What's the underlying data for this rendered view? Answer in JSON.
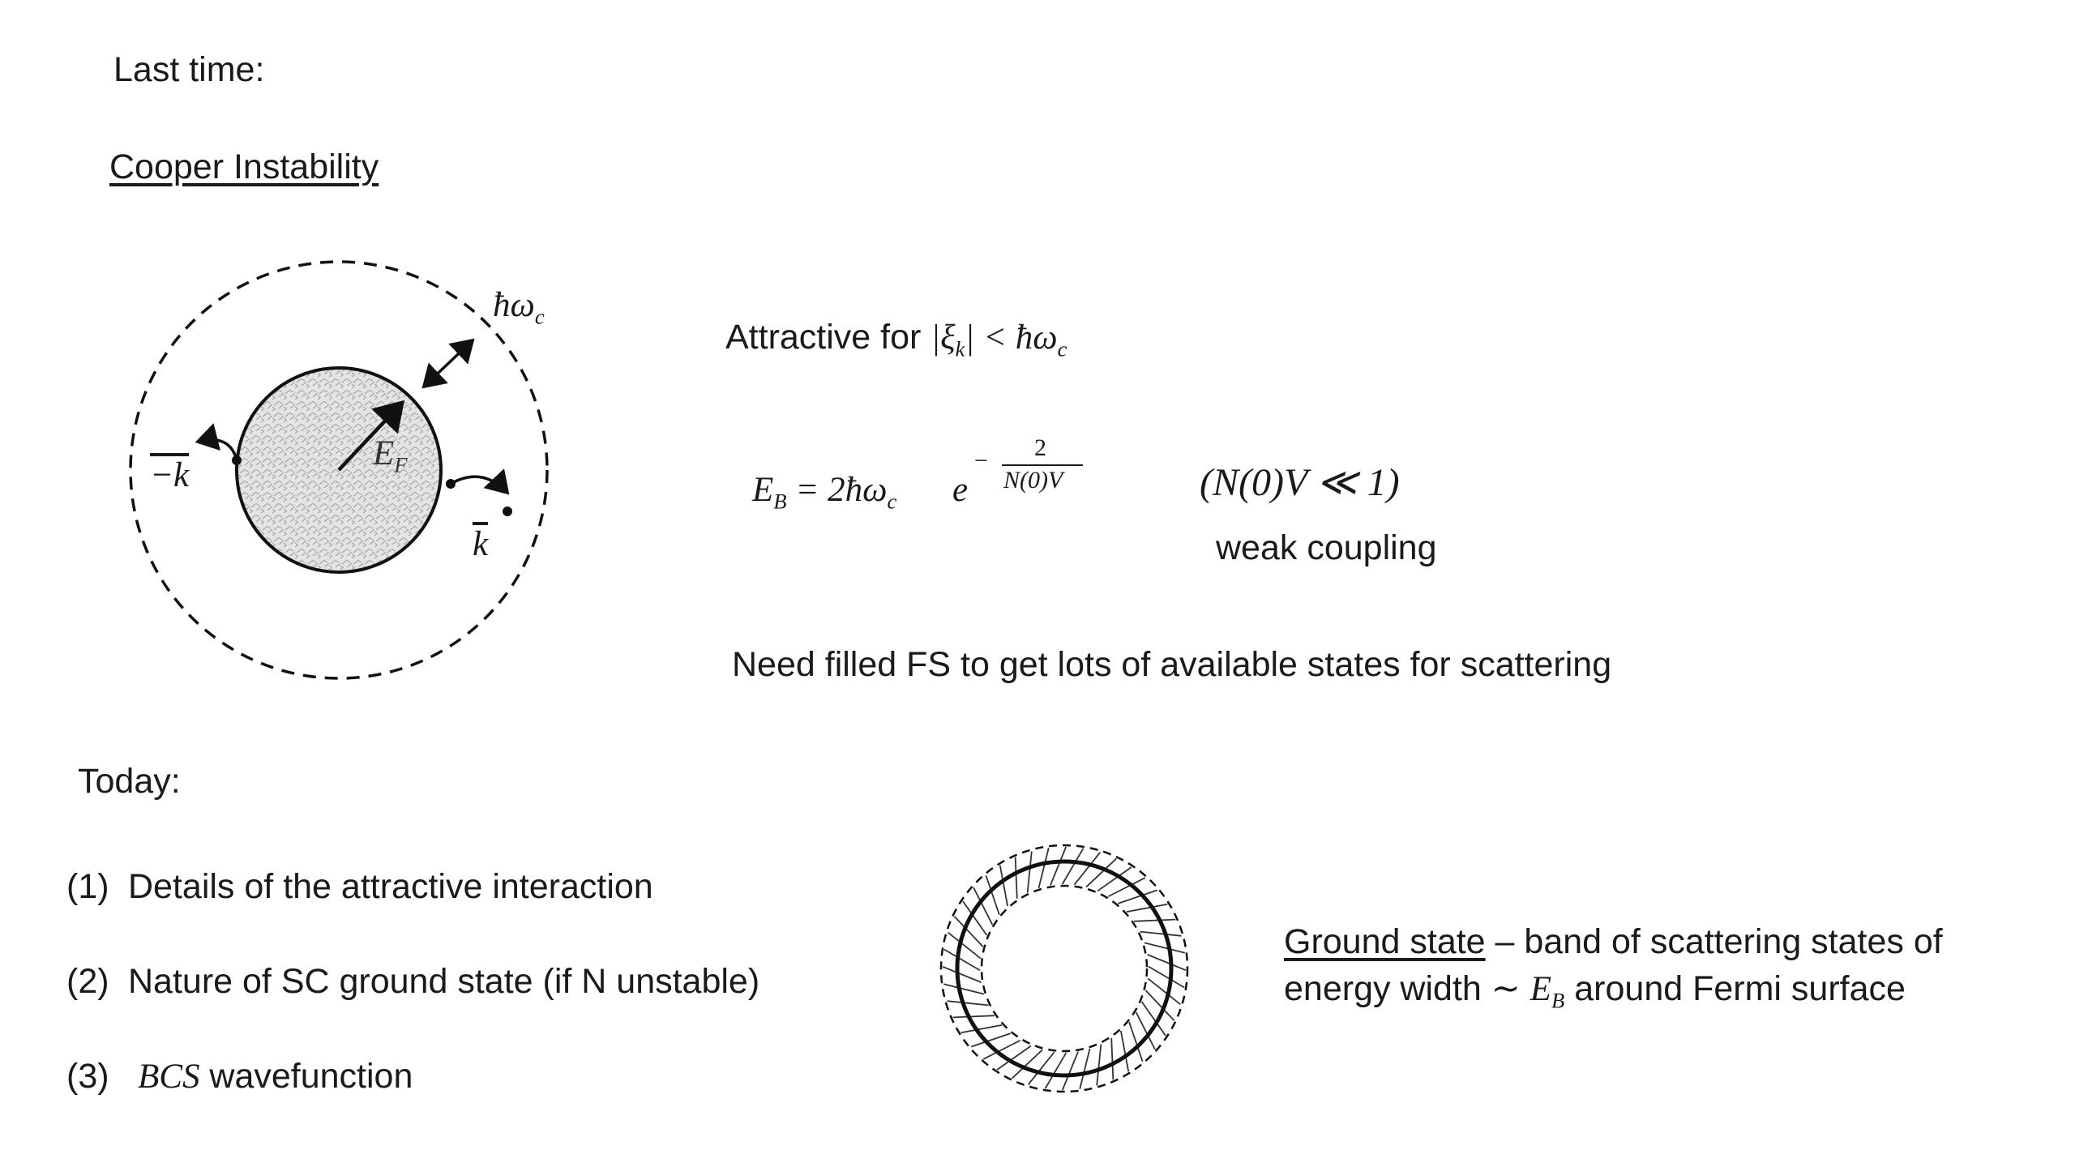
{
  "slide": {
    "last_time_heading": "Last time:",
    "cooper_heading": "Cooper Instability",
    "today_heading": "Today:"
  },
  "fermi_diagram": {
    "label_cutoff": "ħω",
    "label_cutoff_sub": "c",
    "label_energy": "E",
    "label_energy_sub": "F",
    "label_minus_k": "−k",
    "label_k": "k"
  },
  "attractive": {
    "prefix": "Attractive for ",
    "condition_left": "|ξ",
    "condition_sub": "k",
    "condition_right": "| < ħω",
    "condition_right_sub": "c"
  },
  "binding_energy": {
    "lhs": "E",
    "lhs_sub": "B",
    "rhs": " = 2ħω",
    "rhs_sub": "c",
    "exp_base": "e",
    "exp_sign": "−",
    "exp_numerator": "2",
    "exp_denominator": "N(0)V",
    "condition": "(N(0)V ≪ 1)",
    "condition_caption": "weak coupling"
  },
  "need_filled": "Need filled FS to get lots of available states for scattering",
  "today_items": [
    {
      "number": "(1)",
      "text": "Details of the attractive interaction"
    },
    {
      "number": "(2)",
      "text": "Nature of SC ground state (if N unstable)"
    },
    {
      "number": "(3)",
      "math": "BCS",
      "text": " wavefunction"
    }
  ],
  "ground_state": {
    "term": "Ground state",
    "line1_rest": " – band of scattering states of",
    "line2_prefix": "energy width ∼ ",
    "line2_math": "E",
    "line2_math_sub": "B",
    "line2_suffix": " around Fermi surface"
  }
}
